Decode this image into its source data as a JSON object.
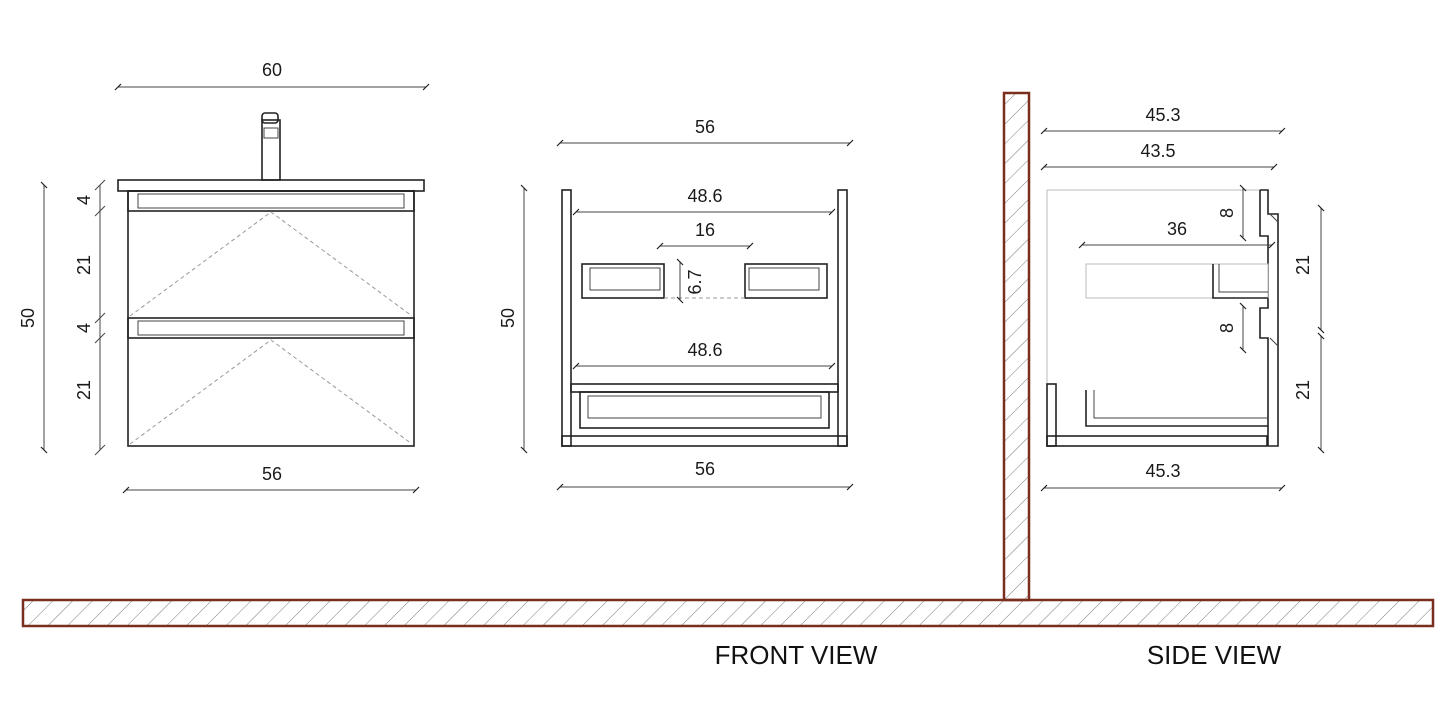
{
  "captions": {
    "front_view": "FRONT VIEW",
    "side_view": "SIDE VIEW"
  },
  "colors": {
    "wall": "#7a2e1e",
    "line": "#222222",
    "hatch": "#7a7a7a"
  },
  "front_closed": {
    "top_width": "60",
    "height": "50",
    "bottom_width": "56",
    "vertical_segments": [
      "4",
      "21",
      "4",
      "21"
    ]
  },
  "front_open": {
    "outer_width": "56",
    "height": "50",
    "inner_width_top": "48.6",
    "handle_spacing": "16",
    "handle_height": "6.7",
    "inner_width_bottom": "48.6",
    "bottom_width": "56"
  },
  "side": {
    "top_depth": "45.3",
    "inner_depth": "43.5",
    "drawer_depth": "36",
    "gap_top": "8",
    "gap_mid": "8",
    "segment_top": "21",
    "segment_bottom": "21",
    "bottom_depth": "45.3"
  }
}
